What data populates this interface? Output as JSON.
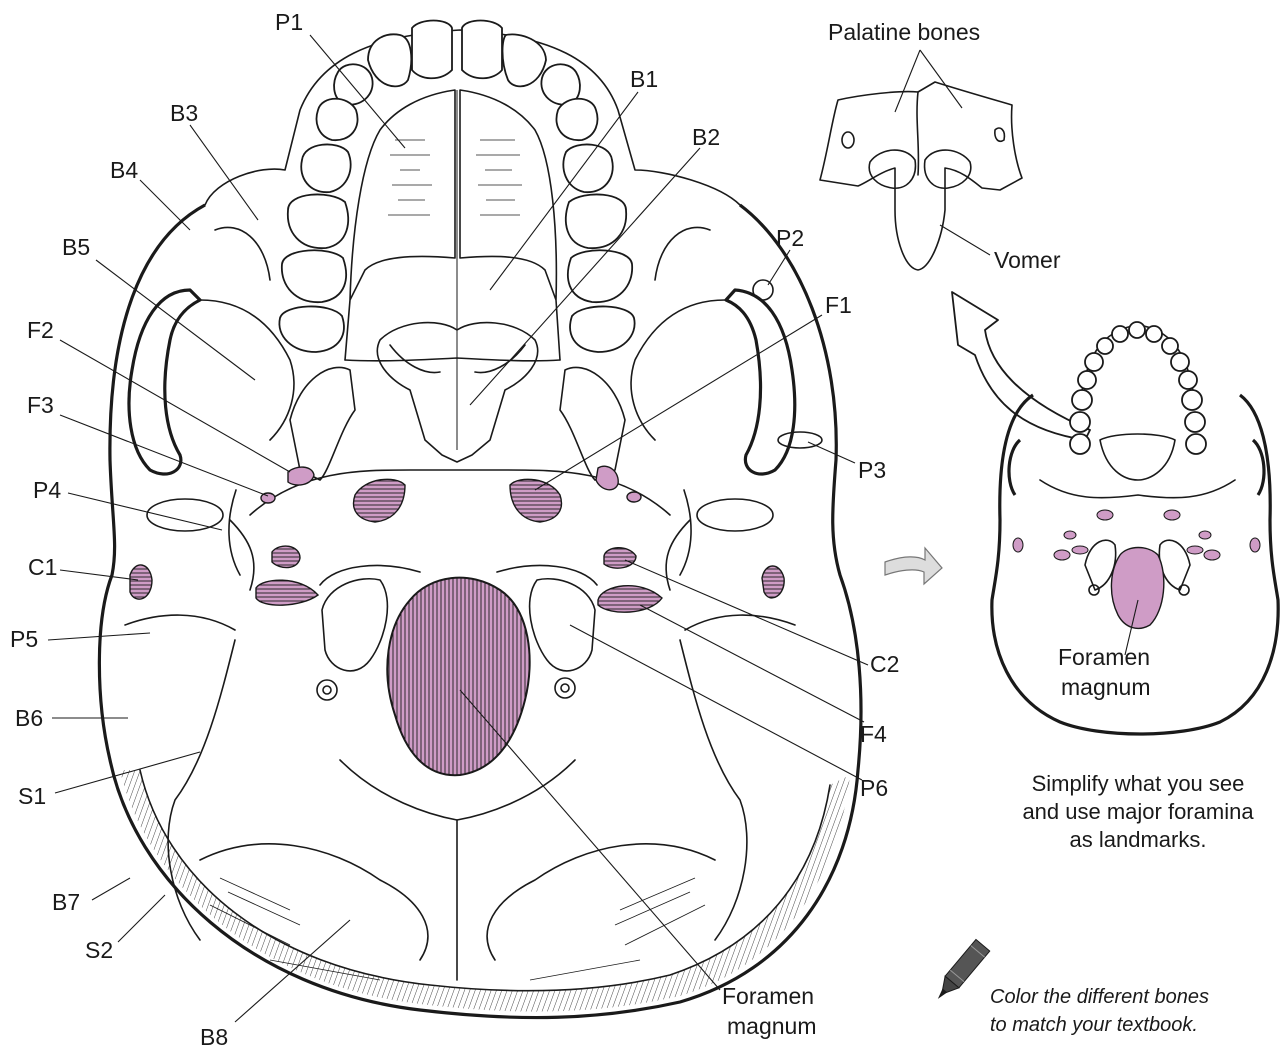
{
  "colors": {
    "foramen_fill": "#cf9cc6",
    "ink": "#1a1a1a",
    "background": "#ffffff"
  },
  "labels": {
    "P1": "P1",
    "B1": "B1",
    "B2": "B2",
    "B3": "B3",
    "B4": "B4",
    "B5": "B5",
    "P2": "P2",
    "F1": "F1",
    "F2": "F2",
    "F3": "F3",
    "P3": "P3",
    "P4": "P4",
    "C1": "C1",
    "C2": "C2",
    "P5": "P5",
    "F4": "F4",
    "B6": "B6",
    "S1": "S1",
    "P6": "P6",
    "B7": "B7",
    "S2": "S2",
    "B8": "B8"
  },
  "foramen_magnum_label": [
    "Foramen",
    "magnum"
  ],
  "inset": {
    "palatine_label": "Palatine bones",
    "vomer_label": "Vomer",
    "foramen_magnum_label": [
      "Foramen",
      "magnum"
    ]
  },
  "note": [
    "Simplify what you see",
    "and use major foramina",
    "as landmarks."
  ],
  "instruction": [
    "Color the different bones",
    "to match your textbook."
  ],
  "icons": [
    "crayon-icon",
    "curved-arrow-icon",
    "small-arrow-icon"
  ]
}
